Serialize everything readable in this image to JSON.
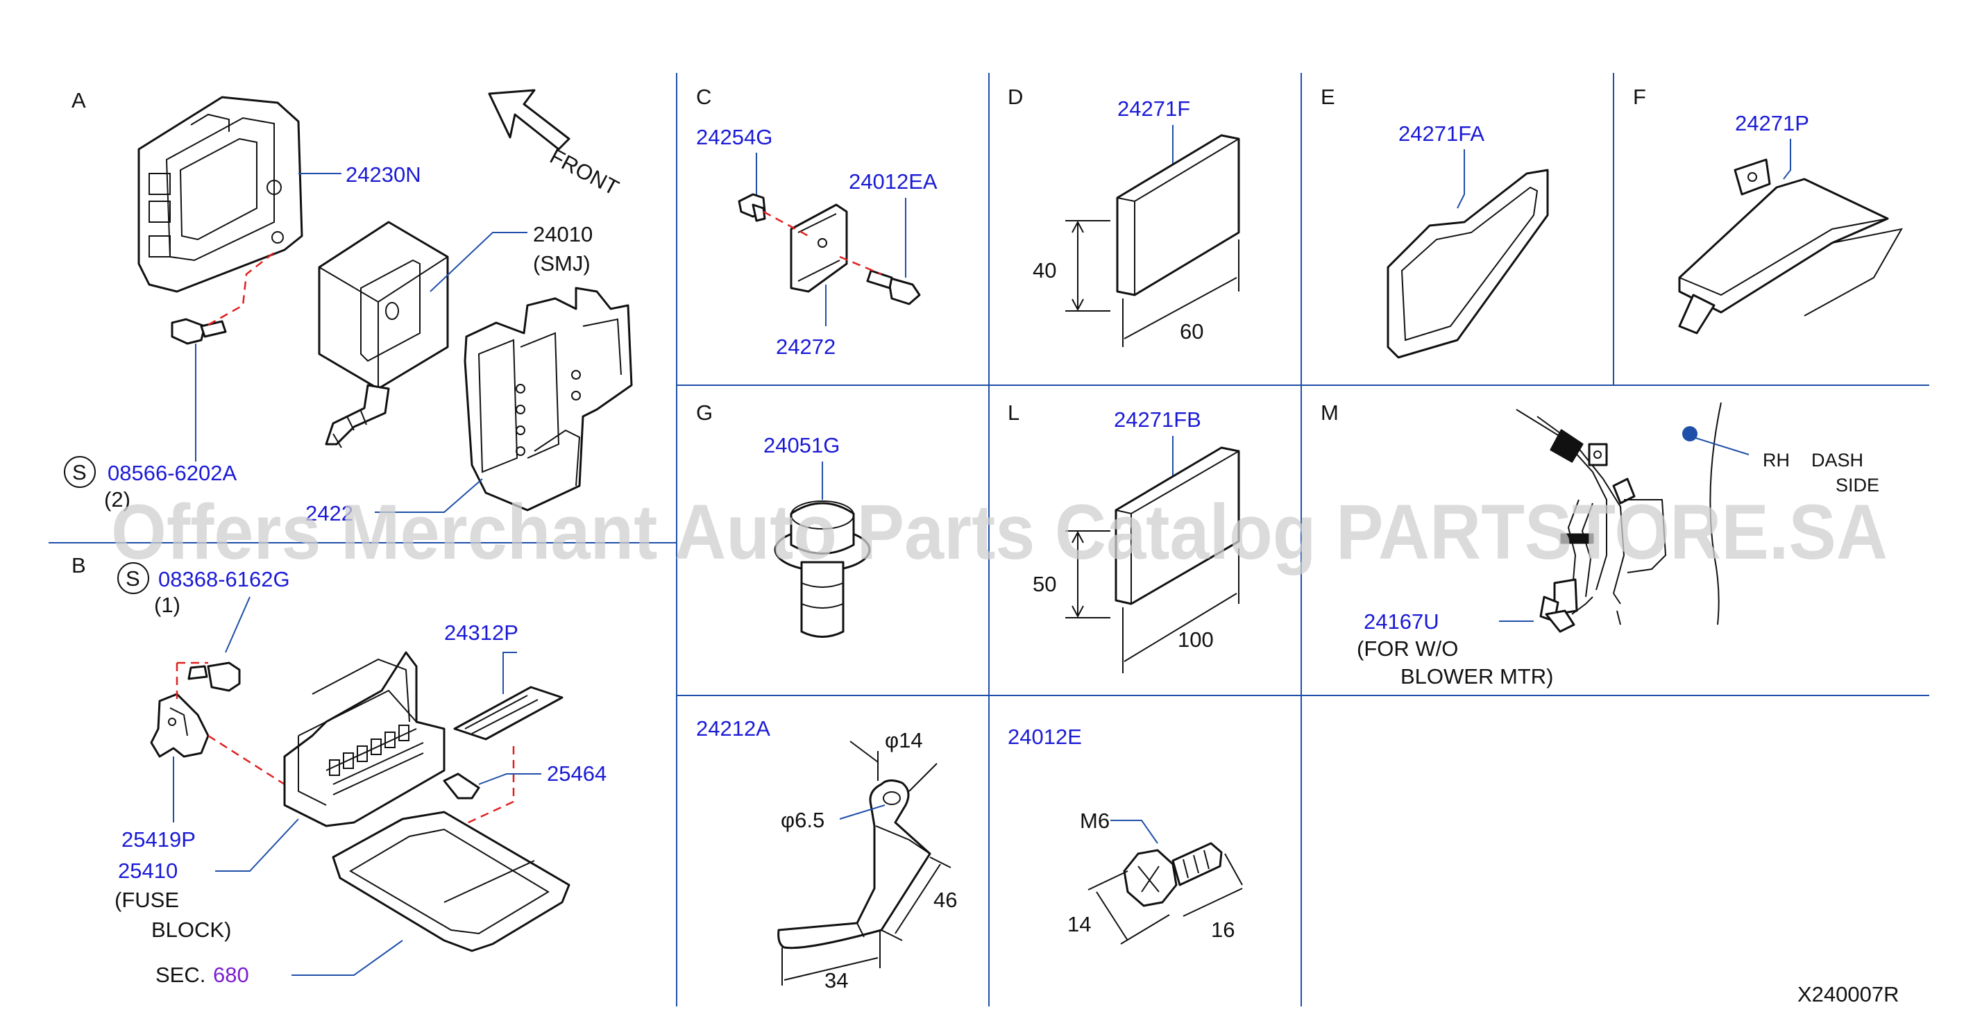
{
  "sections": {
    "A": "A",
    "B": "B",
    "C": "C",
    "D": "D",
    "E": "E",
    "F": "F",
    "G": "G",
    "L": "L",
    "M": "M"
  },
  "parts": {
    "p24230N": "24230N",
    "p24010": "24010",
    "smj": "(SMJ)",
    "front": "FRONT",
    "s08566": "08566-6202A",
    "qty2": "(2)",
    "p2422": "2422",
    "s08368": "08368-6162G",
    "qty1": "(1)",
    "p24312P": "24312P",
    "p25464": "25464",
    "p25419P": "25419P",
    "p25410": "25410",
    "fuse1": "(FUSE",
    "fuse2": "BLOCK)",
    "sec": "SEC.",
    "sec_num": "680",
    "p24254G": "24254G",
    "p24012EA": "24012EA",
    "p24272": "24272",
    "p24271F": "24271F",
    "p24271FA": "24271FA",
    "p24271P": "24271P",
    "p24051G": "24051G",
    "p24271FB": "24271FB",
    "rh": "RH",
    "dash": "DASH",
    "side": "SIDE",
    "p24167U": "24167U",
    "forwo": "(FOR   W/O",
    "blower": "BLOWER   MTR)",
    "p24212A": "24212A",
    "p24012E": "24012E",
    "s_mark": "S"
  },
  "dims": {
    "d40": "40",
    "d60": "60",
    "d50": "50",
    "d100": "100",
    "phi14": "φ14",
    "phi65": "φ6.5",
    "d46": "46",
    "d34": "34",
    "m6": "M6",
    "d14": "14",
    "d16": "16"
  },
  "code": "X240007R",
  "watermark": "Offers Merchant Auto Parts Catalog PARTSTORE.SA"
}
